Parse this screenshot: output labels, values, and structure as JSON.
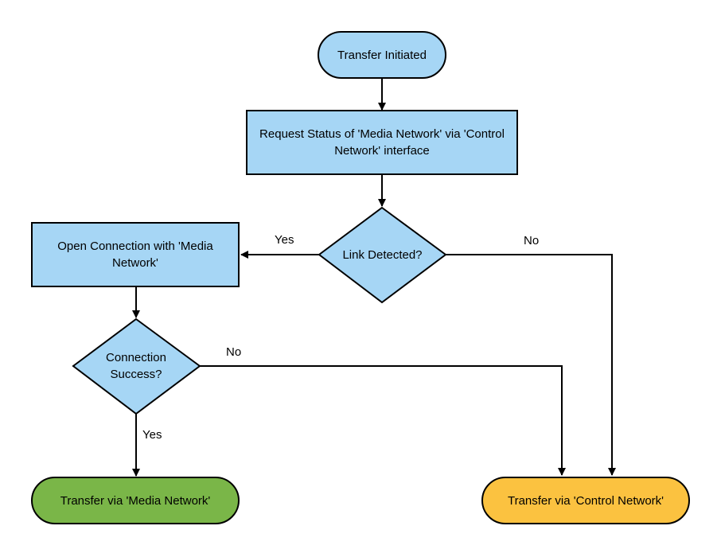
{
  "colors": {
    "process_fill": "#a6d6f5",
    "decision_fill": "#a6d6f5",
    "start_fill": "#a6d6f5",
    "media_end_fill": "#7ab648",
    "control_end_fill": "#fbc240",
    "stroke": "#000000"
  },
  "nodes": {
    "start": {
      "label": "Transfer Initiated"
    },
    "request_status": {
      "label": "Request Status of 'Media Network' via 'Control Network' interface"
    },
    "link_detected": {
      "label": "Link Detected?"
    },
    "open_connection": {
      "label": "Open Connection with 'Media Network'"
    },
    "connection_success": {
      "label": "Connection Success?"
    },
    "end_media": {
      "label": "Transfer via 'Media Network'"
    },
    "end_control": {
      "label": "Transfer via 'Control Network'"
    }
  },
  "edges": {
    "link_yes": {
      "label": "Yes"
    },
    "link_no": {
      "label": "No"
    },
    "conn_no": {
      "label": "No"
    },
    "conn_yes": {
      "label": "Yes"
    }
  }
}
